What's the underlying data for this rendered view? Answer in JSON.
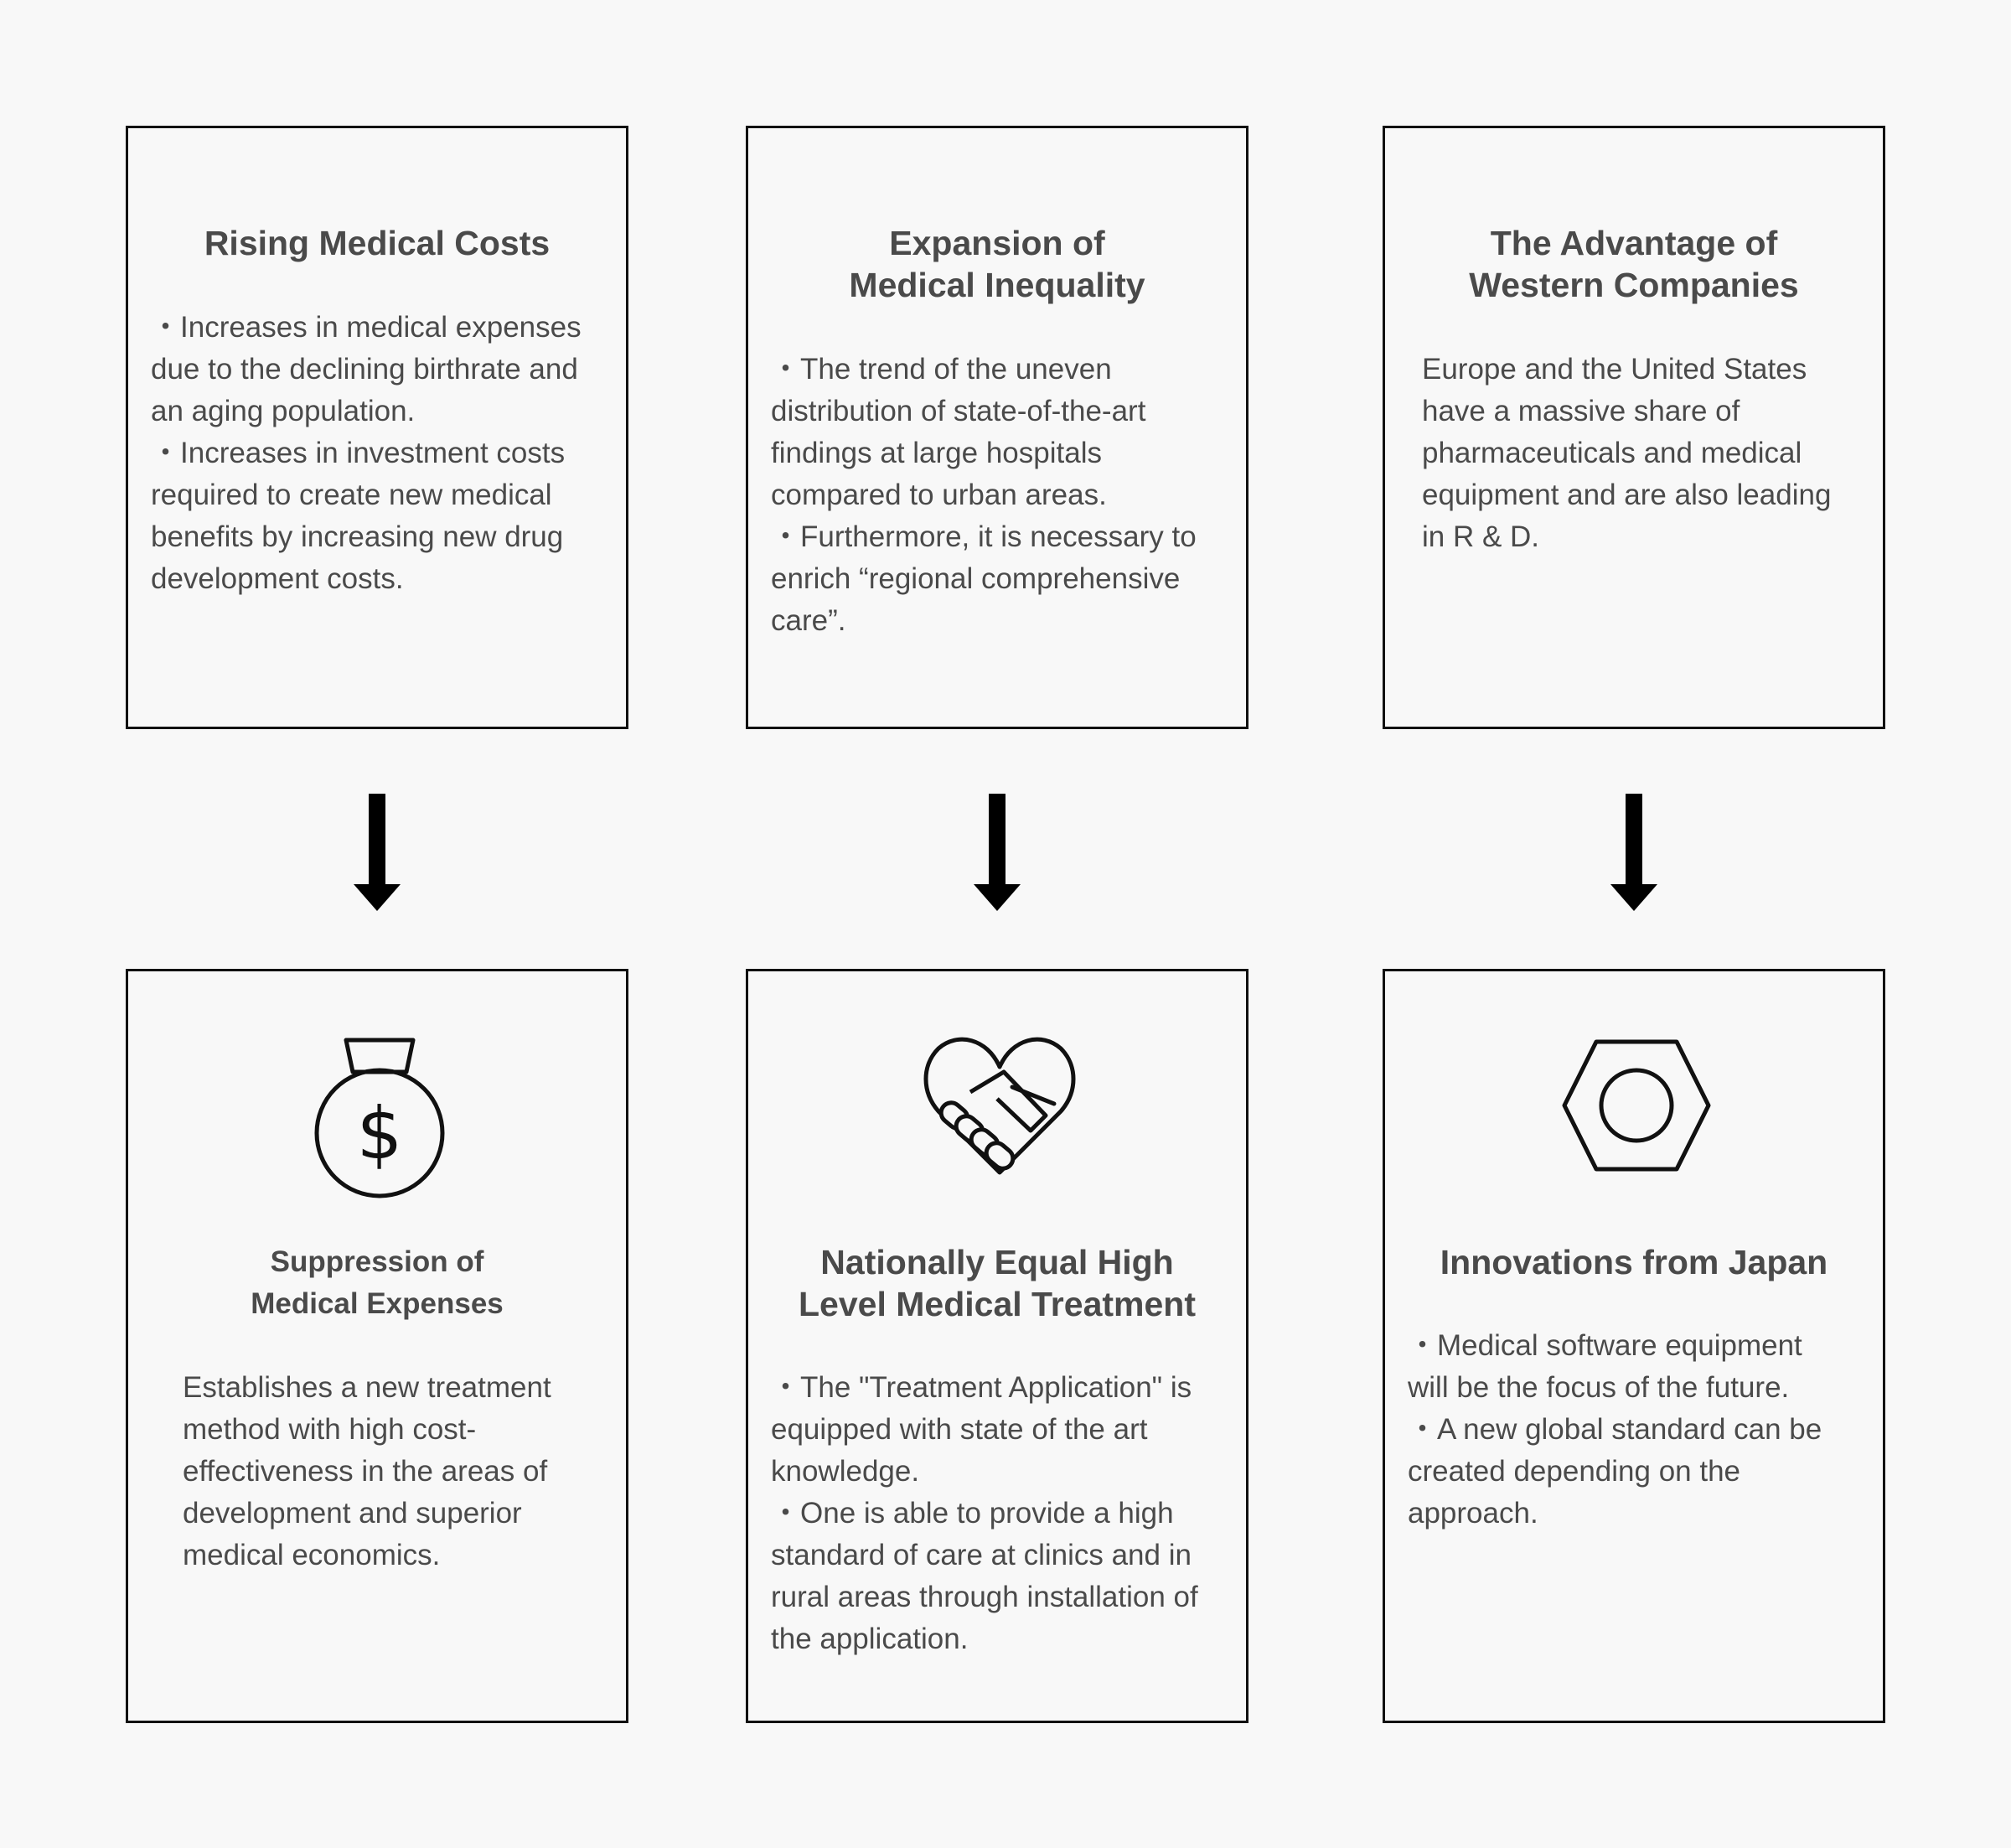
{
  "top_boxes": [
    {
      "title": "Rising Medical Costs",
      "body": "・Increases in medical expenses\ndue to the declining birthrate and\nan aging population.\n・Increases in investment costs\nrequired to create new medical\nbenefits by increasing new drug\ndevelopment costs."
    },
    {
      "title": "Expansion of\nMedical Inequality",
      "body": "・The trend of the uneven\ndistribution of state-of-the-art\nfindings at large hospitals\ncompared to urban areas.\n・Furthermore, it is necessary to\nenrich “regional comprehensive\ncare”."
    },
    {
      "title": "The Advantage of\nWestern Companies",
      "body": "Europe and the United States\nhave a massive share of\npharmaceuticals and medical\nequipment and are also leading\nin R & D."
    }
  ],
  "bottom_boxes": [
    {
      "icon": "money-bag-icon",
      "title": "Suppression of\nMedical Expenses",
      "body": "Establishes a new treatment\nmethod with high cost-\neffectiveness in the areas of\ndevelopment and superior\nmedical economics."
    },
    {
      "icon": "heart-handshake-icon",
      "title": "Nationally Equal High\nLevel Medical Treatment",
      "body": "・The \"Treatment Application\" is\nequipped with state of the art\nknowledge.\n・One is able to provide a high\nstandard of care at clinics and in\nrural areas through installation of\nthe application."
    },
    {
      "icon": "hex-nut-icon",
      "title": "Innovations from Japan",
      "body": "・Medical software equipment\nwill be the focus of the future.\n・A new global standard can be\ncreated depending on the\napproach."
    }
  ],
  "colors": {
    "background": "#f8f8f8",
    "border": "#111111",
    "text": "#4a4a4a",
    "arrow": "#000000"
  }
}
